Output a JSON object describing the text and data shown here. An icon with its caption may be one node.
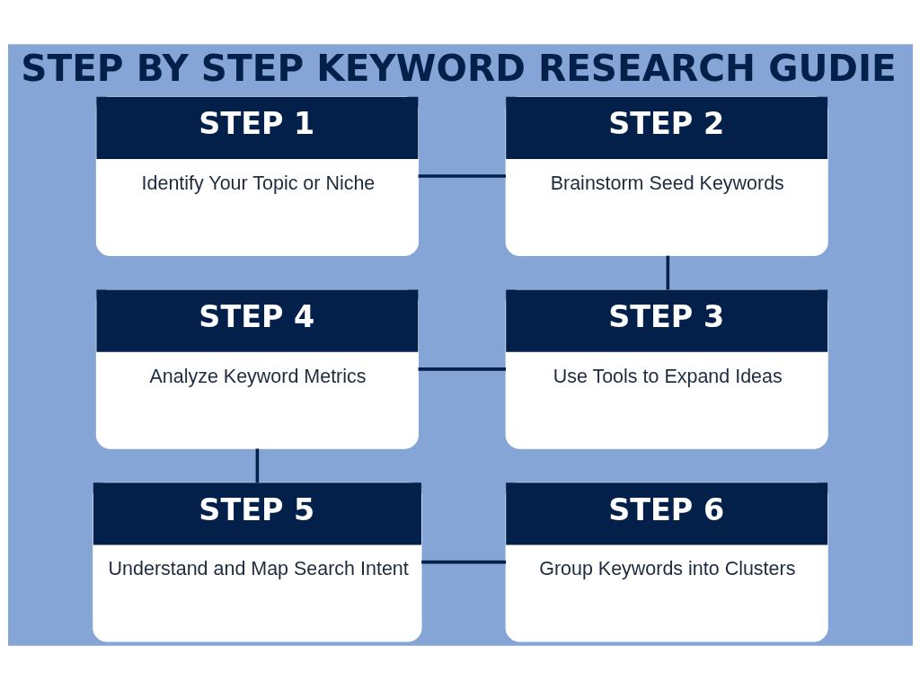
{
  "diagram": {
    "title": "STEP BY STEP KEYWORD RESEARCH GUDIE",
    "nodes": [
      {
        "text": [
          "STEP 1",
          "Identify Your Topic or Niche"
        ]
      },
      {
        "text": [
          "STEP 2",
          "Brainstorm Seed Keywords"
        ]
      },
      {
        "text": [
          "STEP 3",
          "Use Tools to Expand Ideas"
        ]
      },
      {
        "text": [
          "STEP 4",
          "Analyze Keyword Metrics"
        ]
      },
      {
        "text": [
          "STEP 5",
          "Understand and Map Search Intent"
        ]
      },
      {
        "text": [
          "STEP 6",
          "Group Keywords into Clusters"
        ]
      }
    ],
    "edges": [
      {
        "from": 0,
        "to": 1,
        "arrow": "none"
      },
      {
        "from": 1,
        "to": 2,
        "arrow": "none"
      },
      {
        "from": 2,
        "to": 3,
        "arrow": "none"
      },
      {
        "from": 3,
        "to": 4,
        "arrow": "none"
      },
      {
        "from": 4,
        "to": 5,
        "arrow": "none"
      }
    ]
  }
}
